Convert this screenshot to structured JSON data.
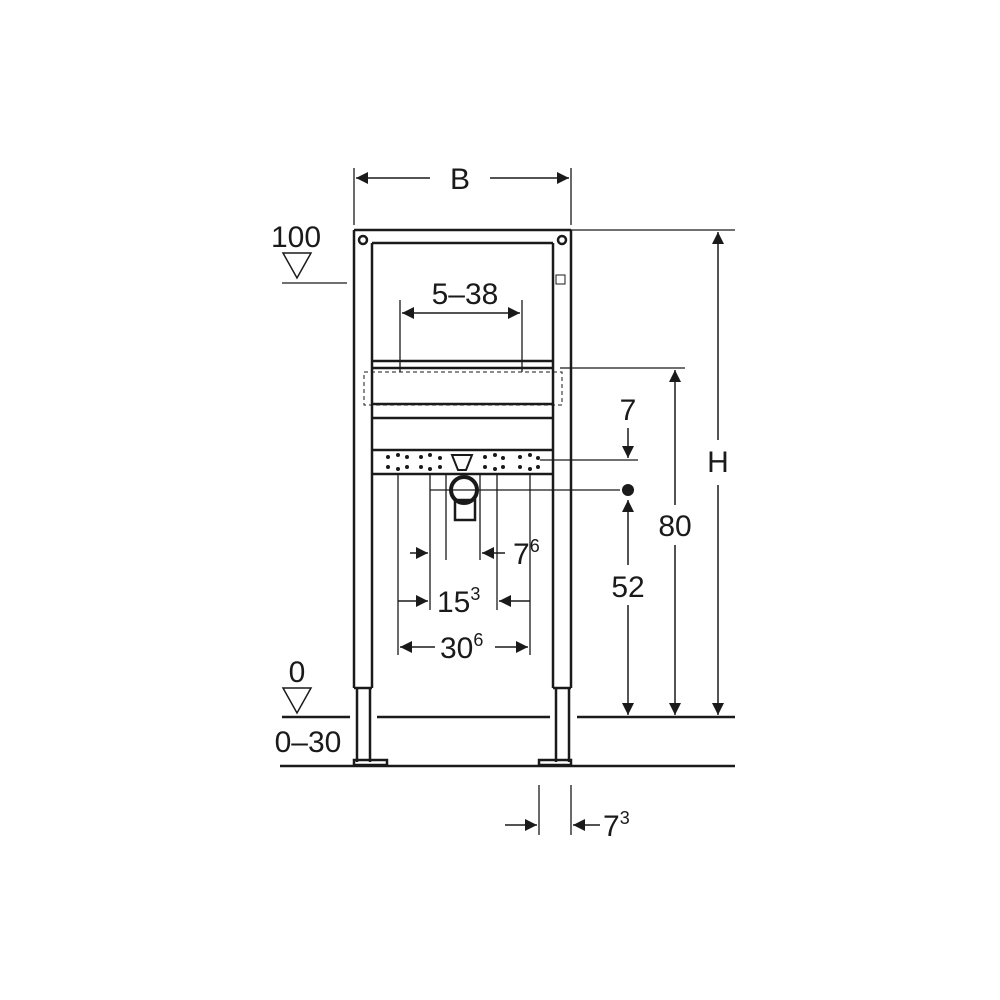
{
  "drawing": {
    "width_label": "B",
    "height_label": "H",
    "level_top": "100",
    "level_floor": "0",
    "floor_range": "0–30",
    "bracket_range": "5–38",
    "dim_7": "7",
    "dim_80": "80",
    "dim_52": "52",
    "dim_7_6": {
      "base": "7",
      "sup": "6"
    },
    "dim_15_3": {
      "base": "15",
      "sup": "3"
    },
    "dim_30_6": {
      "base": "30",
      "sup": "6"
    },
    "dim_7_3": {
      "base": "7",
      "sup": "3"
    },
    "line_color": "#1a1a1a"
  }
}
